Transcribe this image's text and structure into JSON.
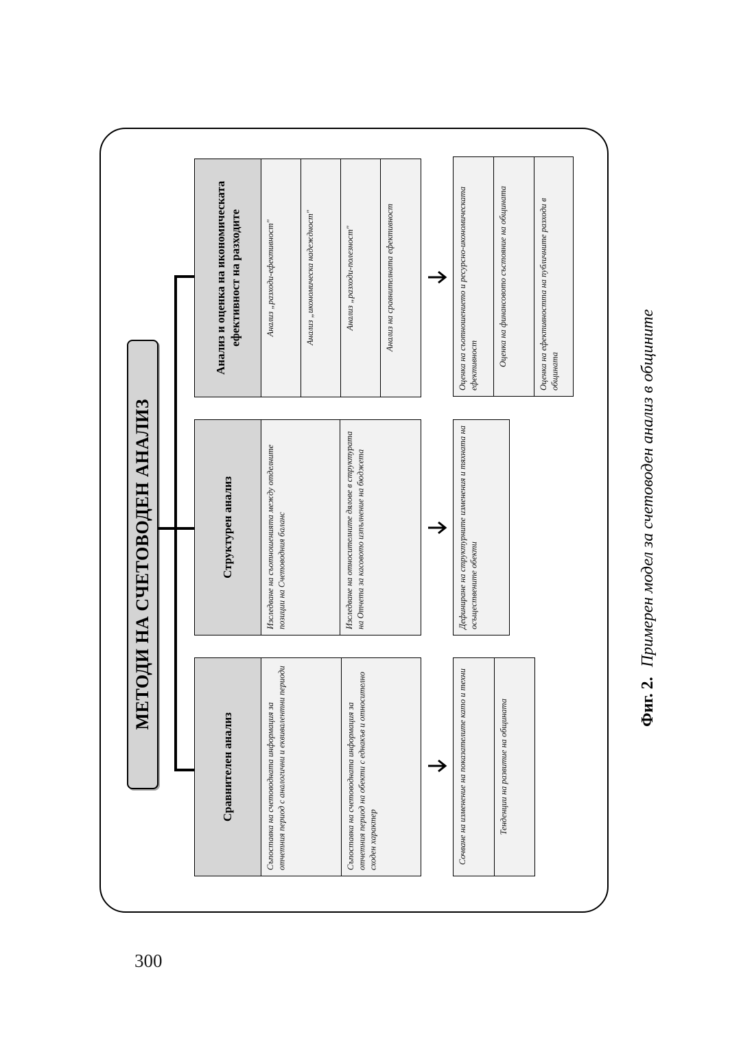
{
  "page": {
    "number": "300"
  },
  "caption": {
    "label": "Фиг. 2.",
    "text": "Примерен модел за счетоводен анализ в общините"
  },
  "diagram": {
    "root_title": "МЕТОДИ НА СЧЕТОВОДЕН АНАЛИЗ",
    "branches": [
      {
        "id": "analiz-efektivnost",
        "header": "Анализ и оценка на икономическата ефективност на разходите",
        "methods": [
          "Анализ „разходи-ефективност\"",
          "Анализ „икономическа надеждност\"",
          "Анализ „разходи-полезност\"",
          "Анализ на сравнителната ефективност"
        ],
        "outcomes": [
          "Оценка на съотношението и ресурсно-икономическата ефективност",
          "Оценка на финансовото състояние на общината",
          "Оценка на ефективността на публичните разходи в общината"
        ]
      },
      {
        "id": "strukturen-analiz",
        "header": "Структурен анализ",
        "methods": [
          "Изследване на съотношенията между отделните позиции на Счетоводния баланс",
          "Изследване на относителните дялове в структурата на Отчета за касовото изпълнение на бюджета"
        ],
        "outcomes": [
          "Дефиниране на структурните изменения и тяхната на осъществените обекти"
        ]
      },
      {
        "id": "sravnitelen-analiz",
        "header": "Сравнителен анализ",
        "methods": [
          "Съпоставка на счетоводната информация за отчетния период с аналогични и еквивалентни периоди",
          "Съпоставка на счетоводната информация за отчетния период на обекти с еднакъв и относително сходен характер"
        ],
        "outcomes": [
          "Сочване на изменение на показателите като и техни",
          "Тенденции на развитие на общината"
        ]
      }
    ]
  },
  "colors": {
    "header_fill": "#d6d6d6",
    "root_fill": "#d4d4d4",
    "cell_fill": "#f4f4f4",
    "stroke": "#000000"
  }
}
